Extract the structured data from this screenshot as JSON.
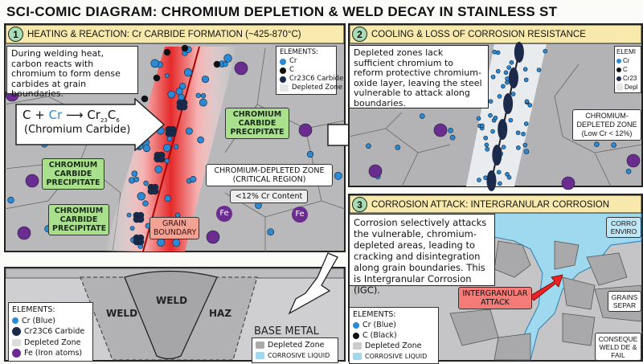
{
  "title": "SCI-COMIC DIAGRAM: CHROMIUM DEPLETION & WELD DECAY IN STAINLESS ST",
  "colors": {
    "chromium": "#2a8ad6",
    "carbon": "#111111",
    "carbide": "#1b2a4a",
    "iron": "#6a2c8e",
    "depleted": "#e6e6e6",
    "corrosive_liquid": "#9ed9f0",
    "header": "#f8e9ad",
    "heat": "#e53030"
  },
  "panel1": {
    "number": "1",
    "header": "HEATING & REACTION: Cr CARBIDE FORMATION (~425-870°C)",
    "description": "During welding heat, carbon reacts with chromium to form dense carbides at grain boundaries.",
    "equation": {
      "c": "C +",
      "cr": "Cr",
      "product": "Cr23C6",
      "product_base": "Cr",
      "product_sub1": "23",
      "product_c": "C",
      "product_sub2": "6",
      "name": "(Chromium Carbide)"
    },
    "legend": {
      "title": "ELEMENTS:",
      "items": [
        "Cr",
        "C",
        "Cr23C6 Carbide",
        "Depleted Zone"
      ]
    },
    "callouts": {
      "precipitate": "CHROMIUM CARBIDE PRECIPITATE",
      "depleted_zone": "CHROMIUM-DEPLETED ZONE (CRITICAL REGION)",
      "cr_content": "<12% Cr Content",
      "grain_boundary": "GRAIN BOUNDARY",
      "fe": "Fe"
    }
  },
  "panel2": {
    "number": "2",
    "header": "COOLING & LOSS OF CORROSION RESISTANCE",
    "description": "Depleted zones lack sufficient chromium to reform protective chromium-oxide layer, leaving the steel vulnerable to attack along boundaries.",
    "legend": {
      "title": "ELEMI",
      "items": [
        "Cr",
        "C",
        "Cr23",
        "Depl"
      ]
    },
    "callout": "CHROMIUM-DEPLETED ZONE (Low Cr < 12%)"
  },
  "panel3": {
    "number": "3",
    "header": "CORROSION ATTACK: INTERGRANULAR CORROSION",
    "description": "Corrosion selectively attacks the vulnerable, chromium-depleted areas, leading to cracking and disintegration along grain boundaries. This is Intergranular Corrosion (IGC).",
    "legend": {
      "title": "ELEMENTS:",
      "items": [
        "Cr (Blue)",
        "C (Black)",
        "Depleted Zone",
        "CORROSIVE LIQUID"
      ]
    },
    "callouts": {
      "attack": "INTERGRANULAR ATTACK",
      "environment": "CORRO ENVIRO",
      "grains": "GRAINS SEPAR",
      "consequence": "CONSEQUE WELD DE & FAIL"
    }
  },
  "panel4": {
    "labels": {
      "weld_left": "WELD",
      "weld_center": "WELD",
      "haz": "HAZ",
      "base_metal": "BASE METAL"
    },
    "legend_left": {
      "title": "ELEMENTS:",
      "items": [
        "Cr (Blue)",
        "Cr23C6 Carbide",
        "Depleted Zone",
        "Fe (Iron atoms)"
      ]
    },
    "legend_right": {
      "items": [
        "Depleted Zone",
        "CORROSIVE LIQUID"
      ]
    }
  }
}
